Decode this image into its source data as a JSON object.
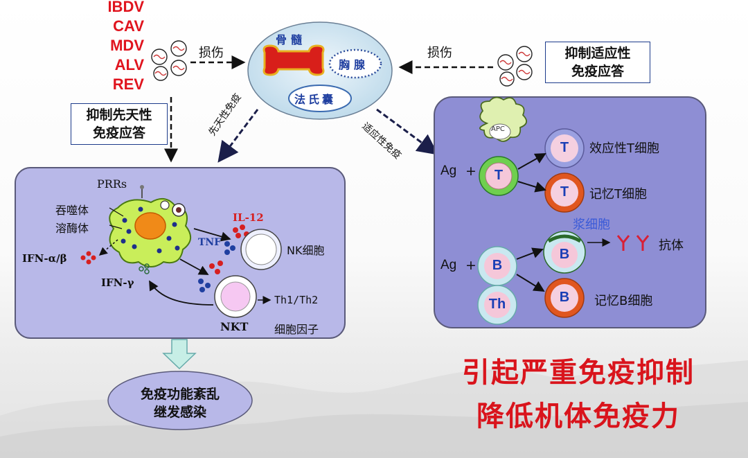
{
  "viruses": [
    "IBDV",
    "CAV",
    "MDV",
    "ALV",
    "REV"
  ],
  "organs": {
    "bone_marrow": "骨髓",
    "thymus": "胸腺",
    "bursa": "法氏囊"
  },
  "damage_left": "损伤",
  "damage_right": "损伤",
  "box_innate": [
    "抑制先天性",
    "免疫应答"
  ],
  "box_adaptive": [
    "抑制适应性",
    "免疫应答"
  ],
  "path_innate": "先天性免疫",
  "path_adaptive": "适应性免疫",
  "innate": {
    "prrs": "PRRs",
    "phagosome": "吞噬体",
    "lysosome": "溶酶体",
    "ifn_ab": "IFN-α/β",
    "ifn_g": "IFN-γ",
    "il12": "IL-12",
    "tnf": "TNF",
    "nk": "NK细胞",
    "th": "Th1/Th2",
    "nkt": "NKT",
    "cytokine": "细胞因子"
  },
  "adaptive": {
    "apc": "APC",
    "ag1": "Ag",
    "ag2": "Ag",
    "t": "T",
    "b": "B",
    "th": "Th",
    "effector_t": "效应性T细胞",
    "memory_t": "记忆T细胞",
    "plasma": "浆细胞",
    "antibody": "抗体",
    "memory_b": "记忆B细胞"
  },
  "outcome": [
    "免疫功能紊乱",
    "继发感染"
  ],
  "conclusion": [
    "引起严重免疫抑制",
    "降低机体免疫力"
  ],
  "colors": {
    "panel": "#b8b8e8",
    "panel_border": "#5a5a7a",
    "title_red": "#d9141c",
    "arrow": "#1b1f4a"
  }
}
